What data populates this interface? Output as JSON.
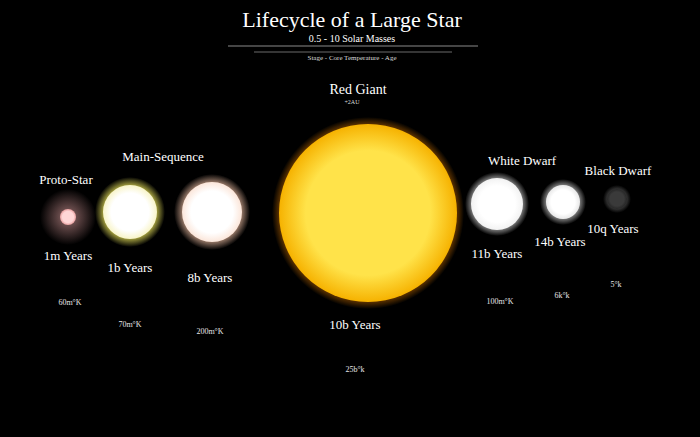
{
  "diagram": {
    "title": "Lifecycle of a Large Star",
    "nodes": [
      {
        "text": [
          "Proto-Star",
          "1m Years",
          "60m°K"
        ]
      },
      {
        "text": [
          "1b Years",
          "70m°K"
        ]
      },
      {
        "text": [
          "8b Years",
          "200m°K"
        ]
      },
      {
        "text": [
          "Red Giant",
          "+2AU",
          "10b Years",
          "25b°k"
        ]
      },
      {
        "text": [
          "White Dwarf",
          "11b Years",
          "100m°K"
        ]
      },
      {
        "text": [
          "14b Years",
          "6k°k"
        ]
      },
      {
        "text": [
          "Black Dwarf",
          "10q Years",
          "5°k"
        ]
      }
    ],
    "labels": [
      "0.5 - 10 Solar Masses",
      "Stage - Core Temperature - Age",
      "Main-Sequence"
    ]
  }
}
